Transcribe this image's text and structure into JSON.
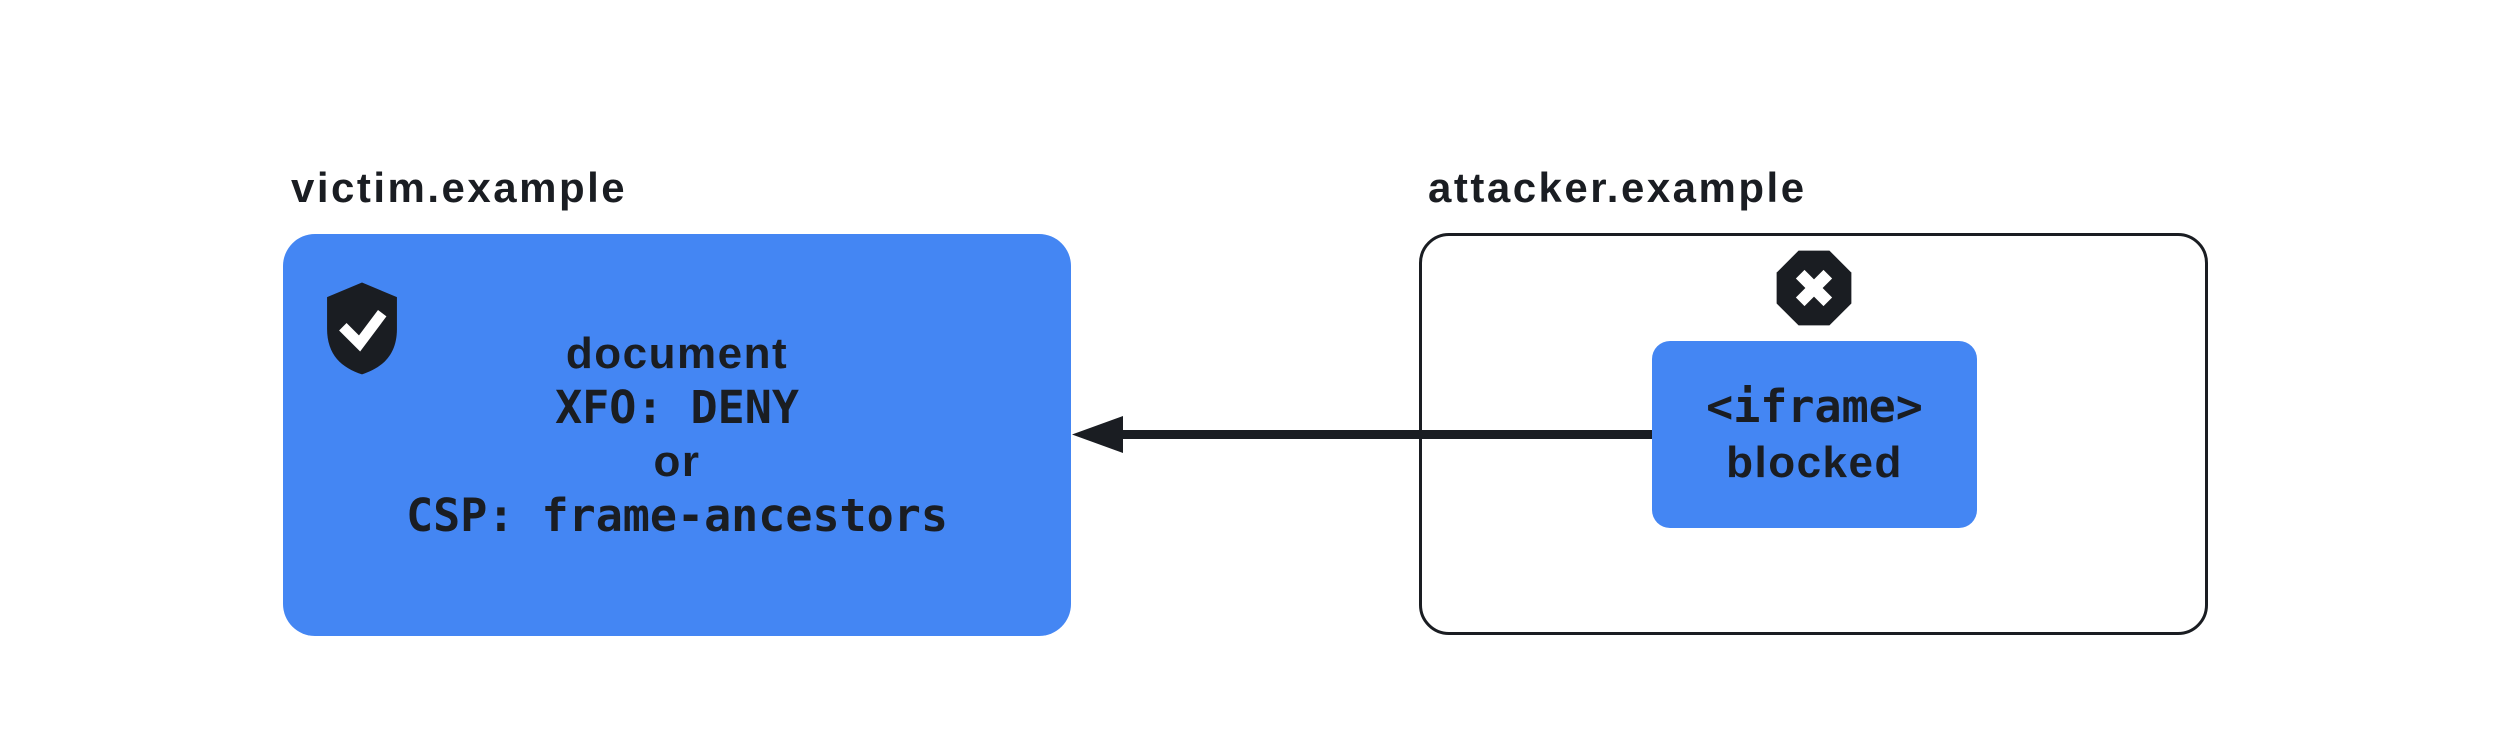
{
  "diagram": {
    "colors": {
      "accent_blue": "#4486f3",
      "ink": "#1a1d22",
      "background": "#ffffff"
    },
    "victim": {
      "label": "victim.example",
      "icon": "shield-check-icon",
      "lines": [
        {
          "text": "document"
        },
        {
          "text": "XFO: DENY"
        },
        {
          "text": "or"
        },
        {
          "text": "CSP: frame-ancestors"
        }
      ]
    },
    "arrow": {
      "direction": "right-to-left",
      "meaning": "framing request blocked"
    },
    "attacker": {
      "label": "attacker.example",
      "icon": "blocked-x-icon",
      "iframe_box": {
        "lines": [
          {
            "text": "<iframe>"
          },
          {
            "text": "blocked"
          }
        ]
      }
    }
  }
}
